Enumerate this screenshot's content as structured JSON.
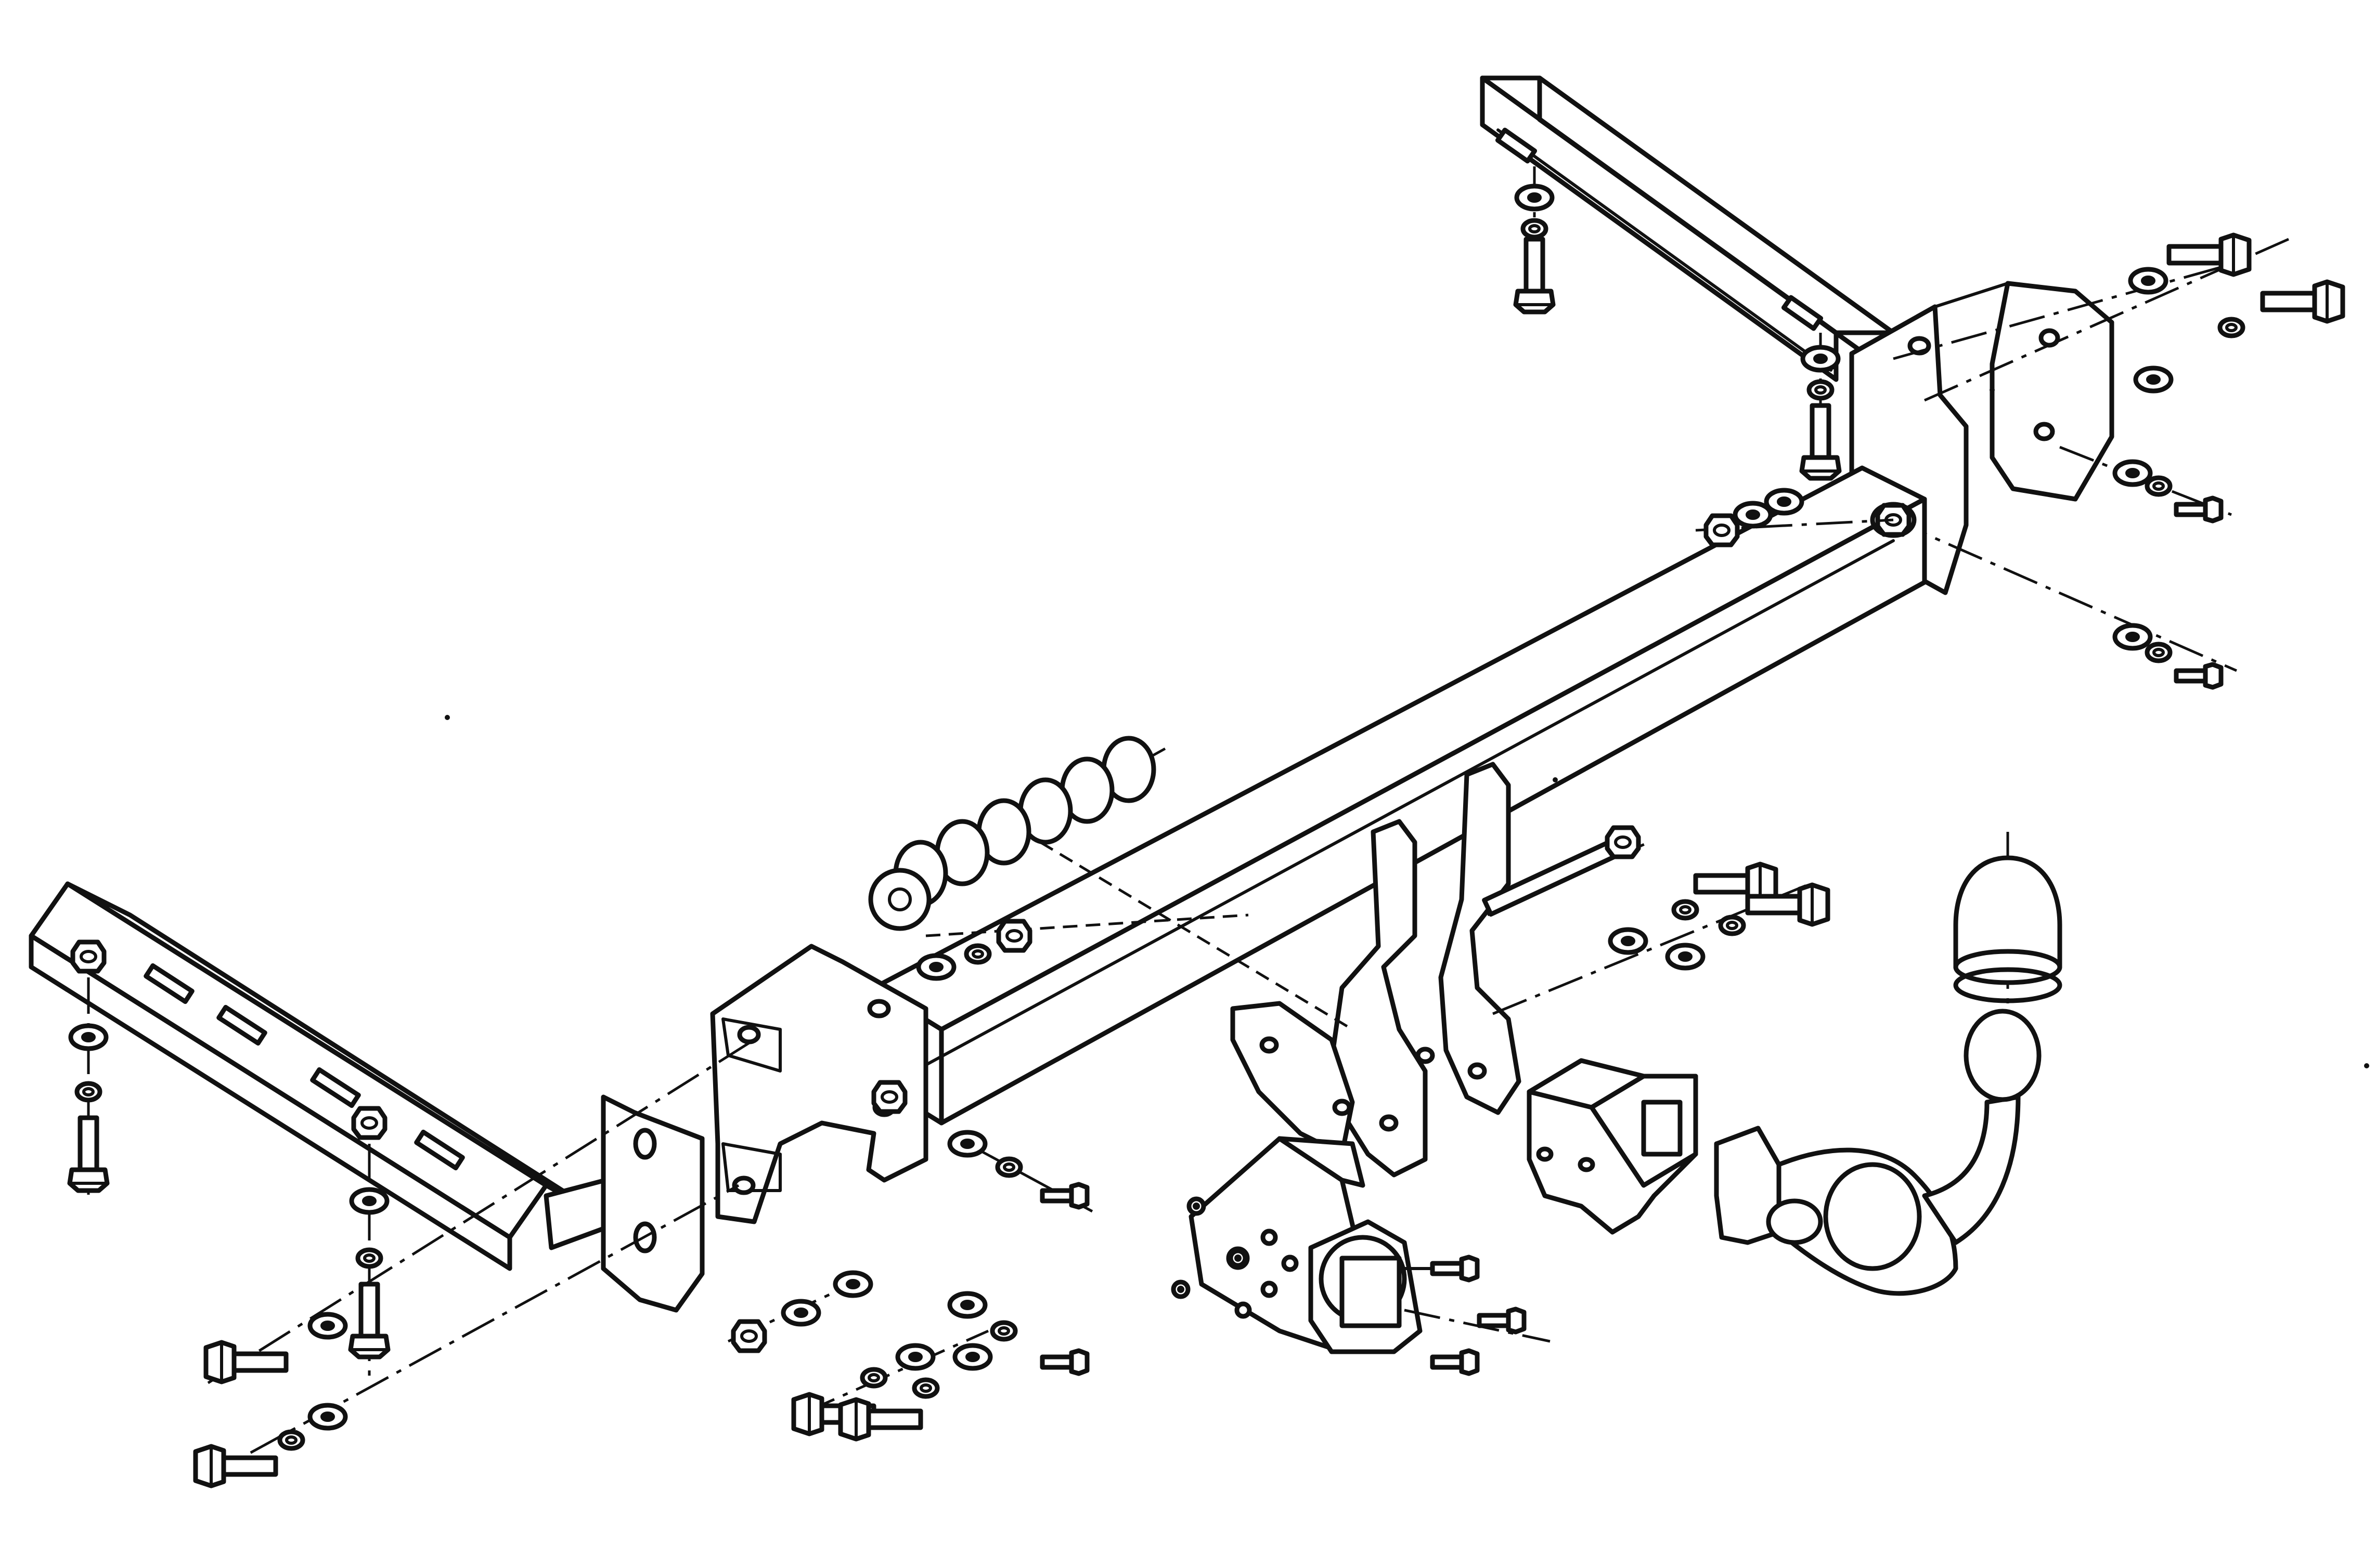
{
  "diagram": {
    "kind": "exploded assembly drawing",
    "colors": {
      "line": "#111111",
      "background": "#ffffff"
    },
    "components": [
      "left-side-member",
      "right-side-member",
      "left-mounting-bracket",
      "right-mounting-bracket",
      "main-crossbar",
      "center-drop-brackets",
      "bumper-spacer-stack",
      "ball-mount-socket",
      "tow-ball-neck",
      "ball-cover-cap",
      "electrical-socket-plate",
      "seven-pin-socket",
      "fastener-sets"
    ]
  }
}
